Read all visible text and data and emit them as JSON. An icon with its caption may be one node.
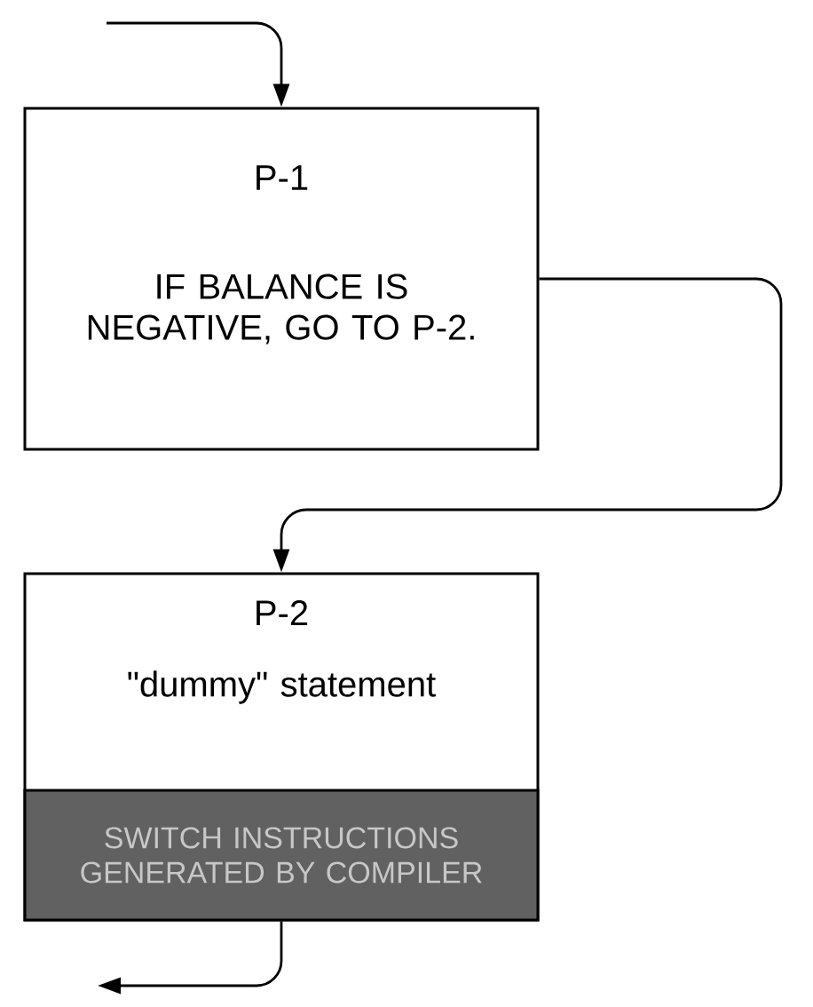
{
  "diagram": {
    "nodes": [
      {
        "text": [
          "P-1",
          "IF BALANCE IS NEGATIVE, GO TO P-2."
        ]
      },
      {
        "text": [
          "P-2",
          "\"dummy\" statement"
        ]
      },
      {
        "text": [
          "SWITCH INSTRUCTIONS GENERATED BY COMPILER"
        ],
        "in": 1
      }
    ],
    "edges": [
      {
        "from": null,
        "to": 0,
        "arrow": "to"
      },
      {
        "from": 0,
        "to": 1,
        "arrow": "to"
      },
      {
        "from": 2,
        "to": null,
        "arrow": "to"
      }
    ]
  }
}
